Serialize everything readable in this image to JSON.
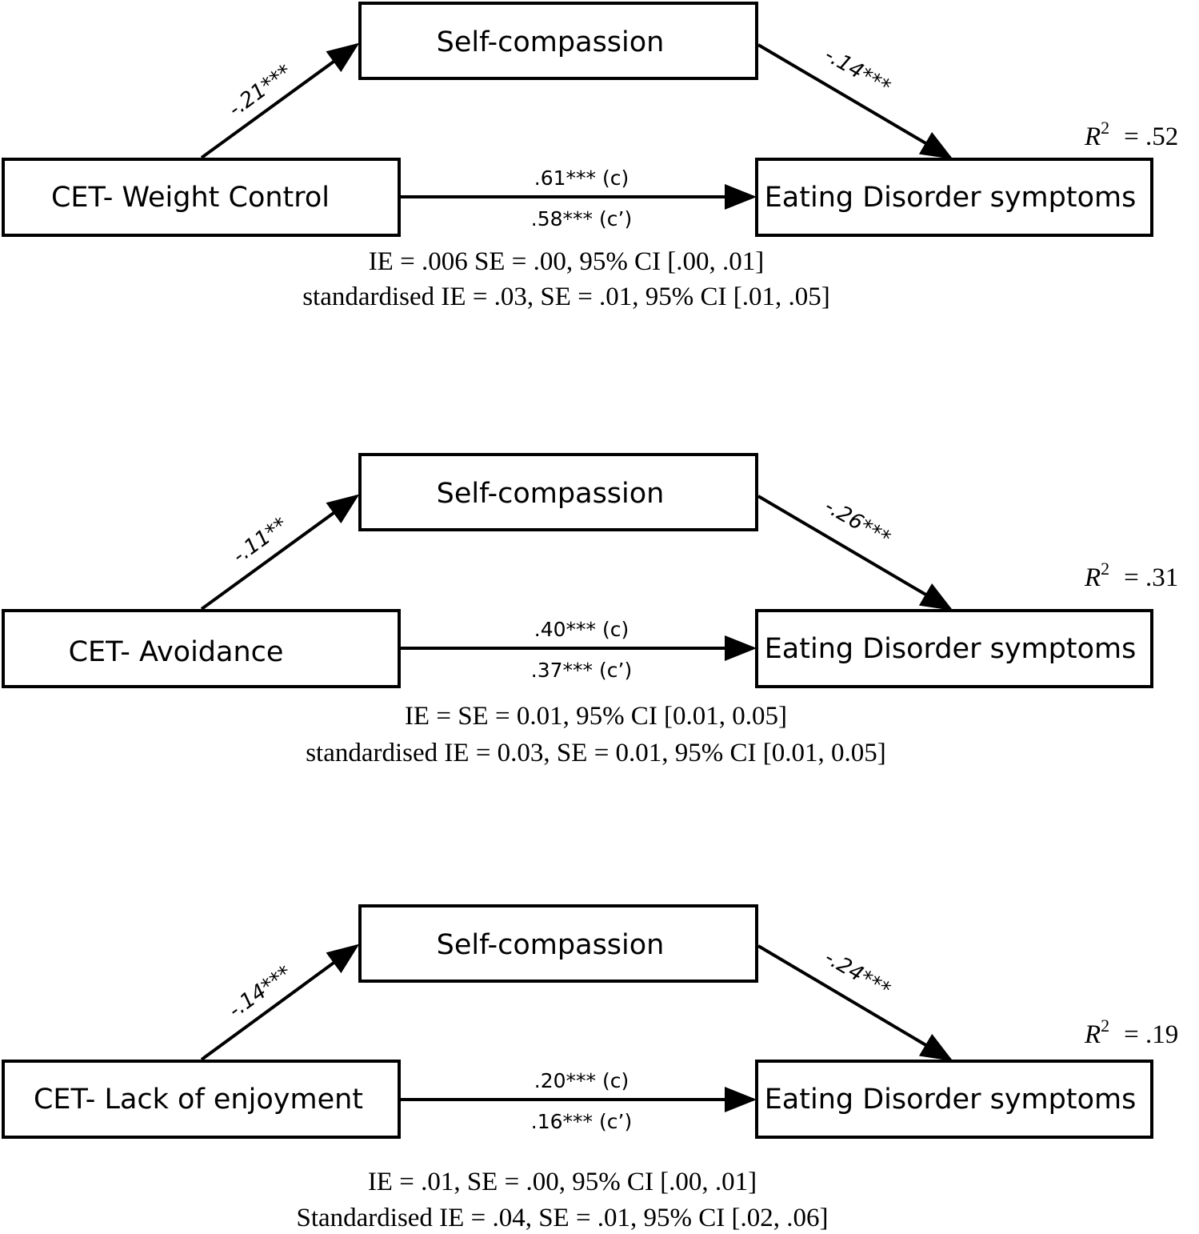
{
  "panels": [
    {
      "mediator": "Self-compassion",
      "predictor": "CET- Weight Control",
      "outcome": "Eating Disorder symptoms",
      "path_a": "-.21***",
      "path_b": "-.14***",
      "path_c": ".61*** (c)",
      "path_c_prime": ".58*** (c’)",
      "r2_label": "R",
      "r2_sup": "2",
      "r2_value": "= .52",
      "ie_line": "IE = .006 SE = .00, 95% CI [.00, .01]",
      "std_line": "standardised IE = .03, SE = .01, 95% CI [.01, .05]"
    },
    {
      "mediator": "Self-compassion",
      "predictor": "CET- Avoidance",
      "outcome": "Eating Disorder symptoms",
      "path_a": "-.11**",
      "path_b": "-.26***",
      "path_c": ".40*** (c)",
      "path_c_prime": ".37*** (c’)",
      "r2_label": "R",
      "r2_sup": "2",
      "r2_value": "= .31",
      "ie_line": "IE =  SE = 0.01, 95% CI [0.01, 0.05]",
      "std_line": "standardised IE = 0.03, SE = 0.01, 95% CI [0.01, 0.05]"
    },
    {
      "mediator": "Self-compassion",
      "predictor": "CET- Lack of enjoyment",
      "outcome": "Eating Disorder symptoms",
      "path_a": "-.14***",
      "path_b": "-.24***",
      "path_c": ".20*** (c)",
      "path_c_prime": ".16*** (c’)",
      "r2_label": "R",
      "r2_sup": "2",
      "r2_value": "= .19",
      "ie_line": "IE = .01, SE = .00, 95% CI [.00, .01]",
      "std_line": "Standardised IE = .04, SE = .01, 95% CI [.02, .06]"
    }
  ]
}
